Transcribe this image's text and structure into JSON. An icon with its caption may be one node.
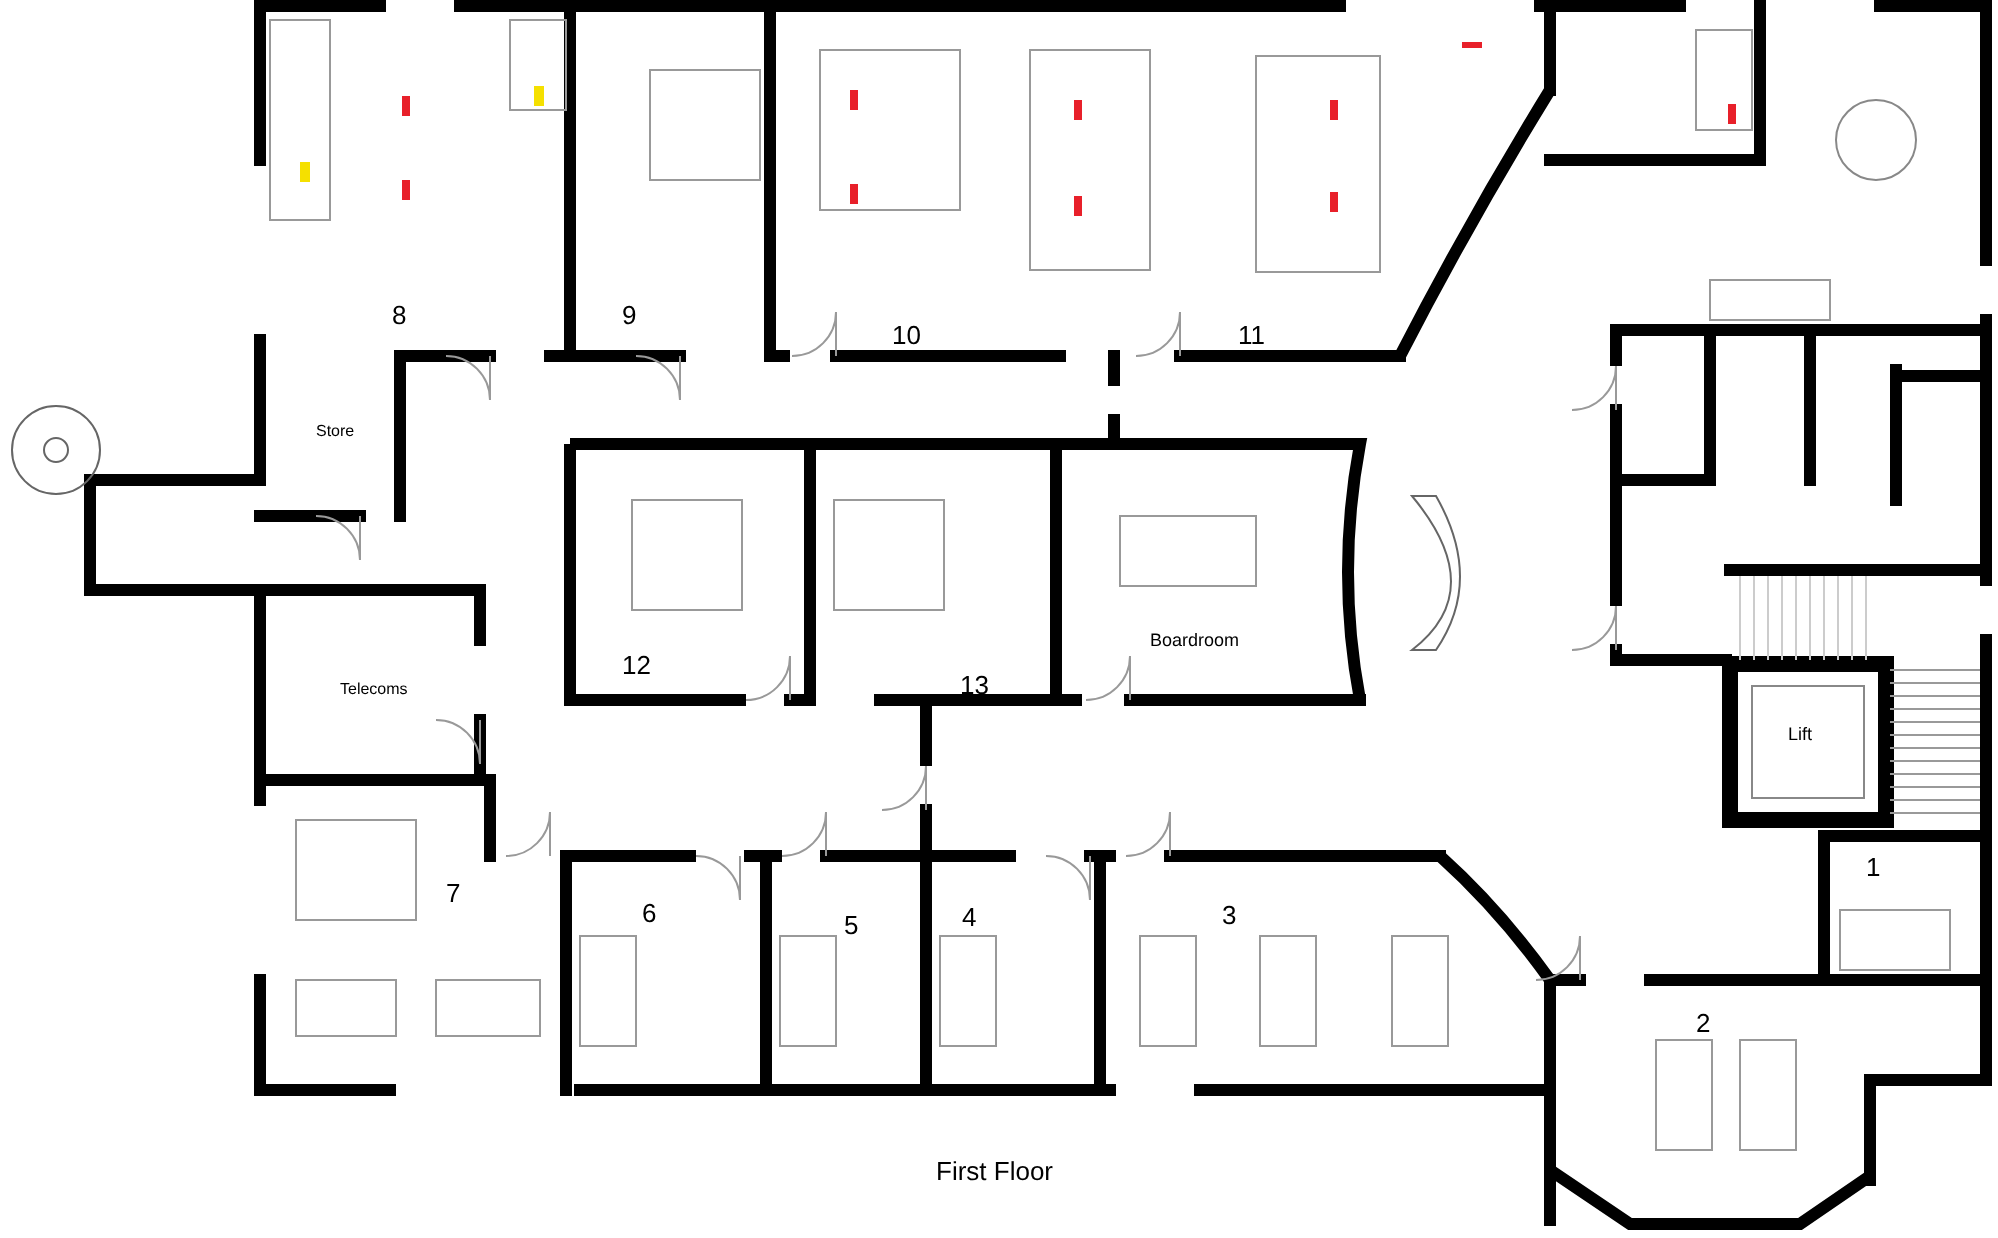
{
  "diagram": {
    "caption": "First Floor",
    "labels": [
      "8",
      "9",
      "10",
      "11",
      "Store",
      "Boardroom",
      "12",
      "13",
      "Telecoms",
      "Lift",
      "1",
      "7",
      "6",
      "5",
      "4",
      "3",
      "2"
    ]
  }
}
